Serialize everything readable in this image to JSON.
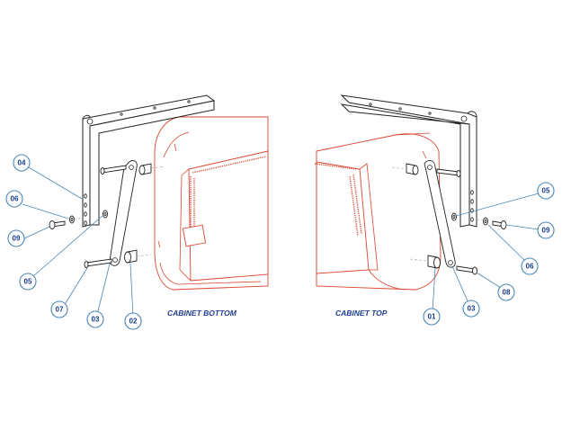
{
  "captions": {
    "left": "CABINET BOTTOM",
    "right": "CABINET TOP"
  },
  "callouts": {
    "left": [
      "04",
      "06",
      "09",
      "05",
      "07",
      "03",
      "02"
    ],
    "right": [
      "05",
      "09",
      "06",
      "08",
      "03",
      "01"
    ]
  },
  "colors": {
    "cabinet_outline": "#d8442f",
    "bracket_outline": "#222222",
    "callout_circle": "#4a86b4",
    "callout_text": "#1a3d8f",
    "caption_text": "#1f3f94"
  }
}
